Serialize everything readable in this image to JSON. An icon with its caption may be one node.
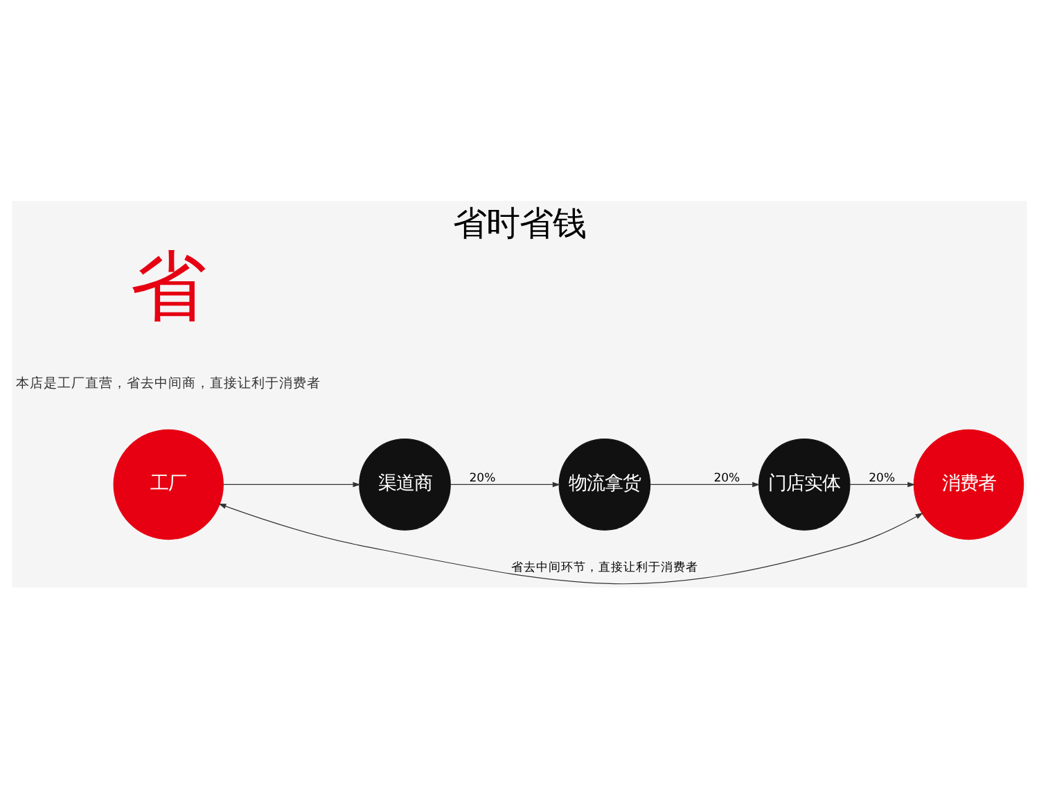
{
  "diagram": {
    "title": "省时省钱",
    "nodes": [
      {
        "text": [
          "物流拿货"
        ]
      },
      {
        "text": [
          "渠道商"
        ]
      },
      {
        "text": [
          "门店实体"
        ]
      },
      {
        "text": [
          "工厂"
        ]
      },
      {
        "text": [
          "消费者"
        ]
      }
    ],
    "edges": [
      {
        "from": 3,
        "to": 1,
        "arrow": "to"
      },
      {
        "from": 1,
        "to": 0,
        "arrow": "to",
        "label": "20%"
      },
      {
        "from": 0,
        "to": 2,
        "arrow": "to",
        "label": "20%"
      },
      {
        "from": 2,
        "to": 4,
        "arrow": "to",
        "label": "20%"
      },
      {
        "from": 3,
        "to": 4,
        "arrow": "both",
        "label": "省去中间环节，直接让利于消费者"
      }
    ],
    "labels": [
      "本店是工厂直营，省去中间商，直接让利于消费者",
      "省"
    ]
  }
}
